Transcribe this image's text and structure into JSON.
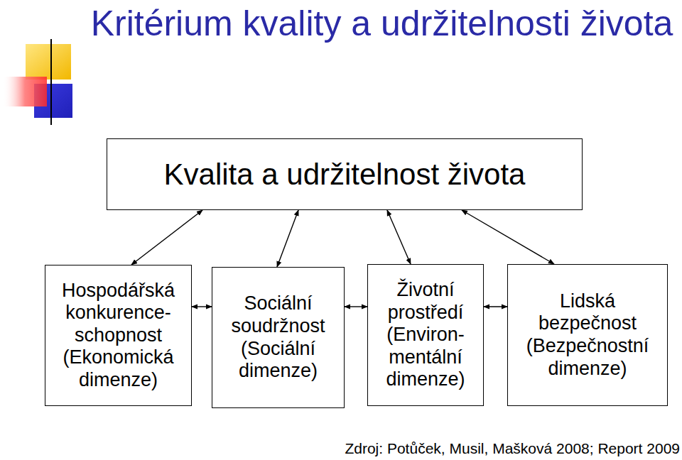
{
  "diagram": {
    "title": "Kritérium kvality a udržitelnosti života",
    "nodes": [
      {
        "text": [
          "Kvalita a udržitelnost života"
        ]
      },
      {
        "text": [
          "Hospodářská konkurence- schopnost (Ekonomická dimenze)"
        ]
      },
      {
        "text": [
          "Sociální soudržnost (Sociální dimenze)"
        ]
      },
      {
        "text": [
          "Životní prostředí (Environ- mentální dimenze)"
        ]
      },
      {
        "text": [
          "Lidská bezpečnost (Bezpečnostní dimenze)"
        ]
      }
    ],
    "edges": [
      {
        "from": 0,
        "to": 1,
        "arrow": "both"
      },
      {
        "from": 0,
        "to": 2,
        "arrow": "both"
      },
      {
        "from": 0,
        "to": 3,
        "arrow": "both"
      },
      {
        "from": 0,
        "to": 4,
        "arrow": "both"
      },
      {
        "from": 1,
        "to": 2,
        "arrow": "both"
      },
      {
        "from": 2,
        "to": 3,
        "arrow": "both"
      },
      {
        "from": 3,
        "to": 4,
        "arrow": "both"
      }
    ],
    "labels": [
      "Zdroj: Potůček, Musil, Mašková 2008; Report 2009"
    ]
  }
}
